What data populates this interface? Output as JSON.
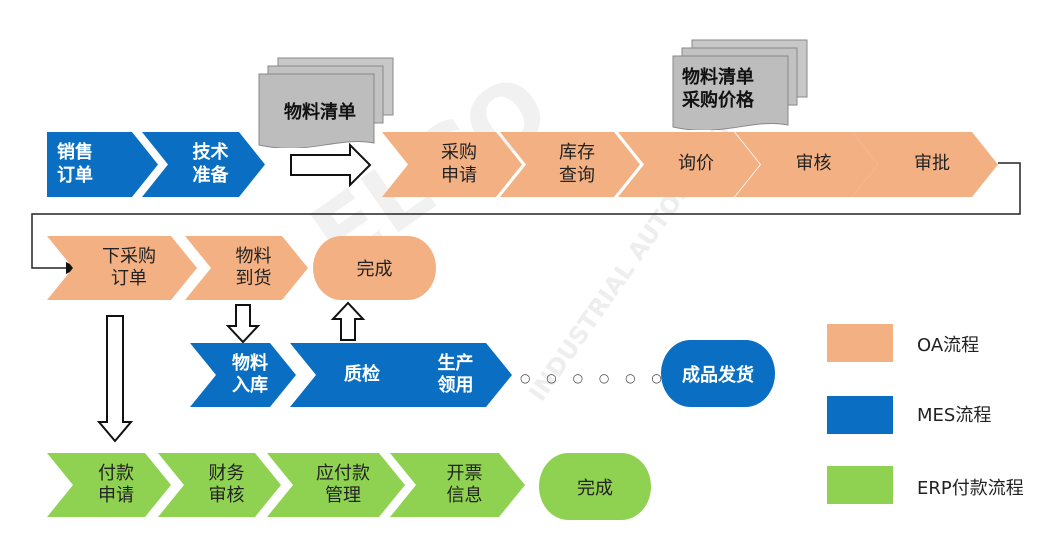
{
  "colors": {
    "oa": "#f3b183",
    "mes": "#0a6fc2",
    "erp": "#8fd150",
    "doc": "#bfbfbf"
  },
  "row1": {
    "mes": [
      {
        "l1": "销售",
        "l2": "订单"
      },
      {
        "l1": "技术",
        "l2": "准备"
      }
    ],
    "doc": "物料清单",
    "oa": [
      {
        "l1": "采购",
        "l2": "申请"
      },
      {
        "l1": "库存",
        "l2": "查询"
      },
      {
        "l1": "询价",
        "l2": ""
      },
      {
        "l1": "审核",
        "l2": ""
      },
      {
        "l1": "审批",
        "l2": ""
      }
    ],
    "doc2": {
      "l1": "物料清单",
      "l2": "采购价格"
    }
  },
  "row2": {
    "oa": [
      {
        "l1": "下采购",
        "l2": "订单"
      },
      {
        "l1": "物料",
        "l2": "到货"
      }
    ],
    "done": "完成"
  },
  "row3": {
    "mes": [
      {
        "l1": "物料",
        "l2": "入库"
      },
      {
        "l1": "质检",
        "l2": ""
      },
      {
        "l1": "生产",
        "l2": "领用"
      }
    ],
    "dots": "○ ○ ○ ○ ○ ○",
    "end": "成品发货"
  },
  "row4": {
    "erp": [
      {
        "l1": "付款",
        "l2": "申请"
      },
      {
        "l1": "财务",
        "l2": "审核"
      },
      {
        "l1": "应付款",
        "l2": "管理"
      },
      {
        "l1": "开票",
        "l2": "信息"
      }
    ],
    "done": "完成"
  },
  "legend": [
    {
      "label": "OA流程"
    },
    {
      "label": "MES流程"
    },
    {
      "label": "ERP付款流程"
    }
  ],
  "watermark": "ELCO INDUSTRIAL AUTOMATION"
}
